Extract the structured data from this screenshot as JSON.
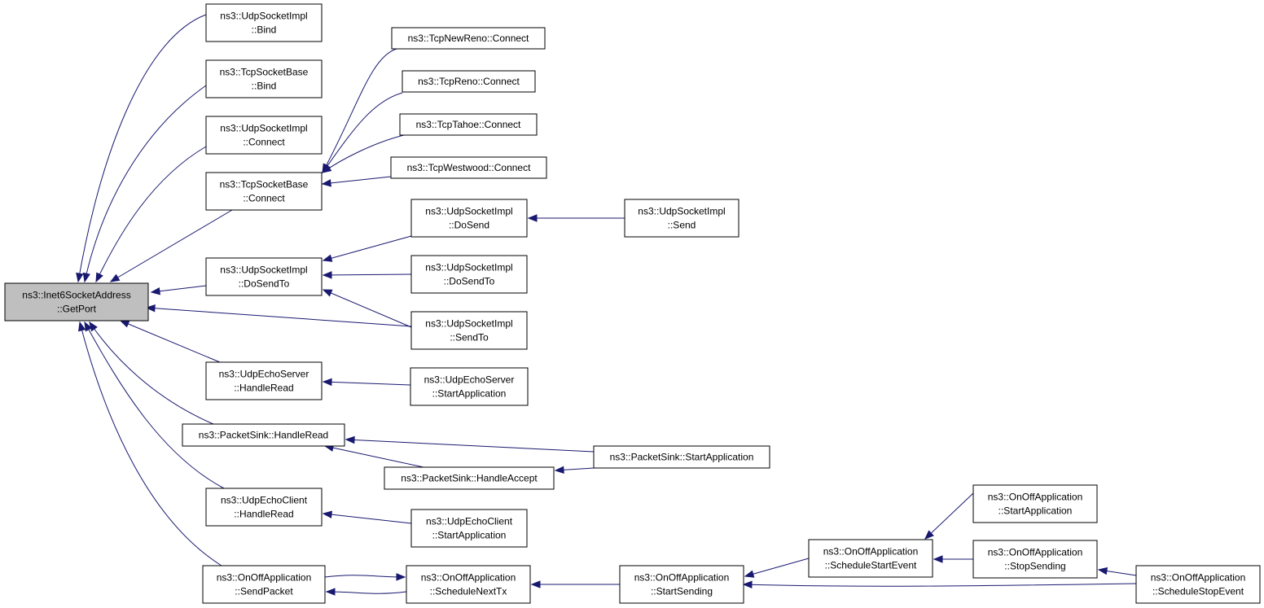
{
  "graph": {
    "colors": {
      "edge": "#191970",
      "node_border": "#000000",
      "root_fill": "#bfbfbf",
      "node_fill": "#ffffff"
    },
    "nodes": [
      {
        "id": "root",
        "lines": [
          "ns3::Inet6SocketAddress",
          "::GetPort"
        ],
        "root": true
      },
      {
        "id": "udp_bind",
        "lines": [
          "ns3::UdpSocketImpl",
          "::Bind"
        ]
      },
      {
        "id": "tcp_bind",
        "lines": [
          "ns3::TcpSocketBase",
          "::Bind"
        ]
      },
      {
        "id": "udp_connect",
        "lines": [
          "ns3::UdpSocketImpl",
          "::Connect"
        ]
      },
      {
        "id": "tcp_connect",
        "lines": [
          "ns3::TcpSocketBase",
          "::Connect"
        ]
      },
      {
        "id": "udp_dosendto",
        "lines": [
          "ns3::UdpSocketImpl",
          "::DoSendTo"
        ]
      },
      {
        "id": "echo_server_read",
        "lines": [
          "ns3::UdpEchoServer",
          "::HandleRead"
        ]
      },
      {
        "id": "sink_read",
        "lines": [
          "ns3::PacketSink::HandleRead"
        ]
      },
      {
        "id": "echo_client_read",
        "lines": [
          "ns3::UdpEchoClient",
          "::HandleRead"
        ]
      },
      {
        "id": "onoff_sendpacket",
        "lines": [
          "ns3::OnOffApplication",
          "::SendPacket"
        ]
      },
      {
        "id": "newreno_connect",
        "lines": [
          "ns3::TcpNewReno::Connect"
        ]
      },
      {
        "id": "reno_connect",
        "lines": [
          "ns3::TcpReno::Connect"
        ]
      },
      {
        "id": "tahoe_connect",
        "lines": [
          "ns3::TcpTahoe::Connect"
        ]
      },
      {
        "id": "westwood_connect",
        "lines": [
          "ns3::TcpWestwood::Connect"
        ]
      },
      {
        "id": "udp_dosend",
        "lines": [
          "ns3::UdpSocketImpl",
          "::DoSend"
        ]
      },
      {
        "id": "udp_dosendto2",
        "lines": [
          "ns3::UdpSocketImpl",
          "::DoSendTo"
        ]
      },
      {
        "id": "udp_sendto",
        "lines": [
          "ns3::UdpSocketImpl",
          "::SendTo"
        ]
      },
      {
        "id": "echo_server_start",
        "lines": [
          "ns3::UdpEchoServer",
          "::StartApplication"
        ]
      },
      {
        "id": "sink_accept",
        "lines": [
          "ns3::PacketSink::HandleAccept"
        ]
      },
      {
        "id": "echo_client_start",
        "lines": [
          "ns3::UdpEchoClient",
          "::StartApplication"
        ]
      },
      {
        "id": "onoff_schednext",
        "lines": [
          "ns3::OnOffApplication",
          "::ScheduleNextTx"
        ]
      },
      {
        "id": "udp_send",
        "lines": [
          "ns3::UdpSocketImpl",
          "::Send"
        ]
      },
      {
        "id": "sink_start",
        "lines": [
          "ns3::PacketSink::StartApplication"
        ]
      },
      {
        "id": "onoff_startsending",
        "lines": [
          "ns3::OnOffApplication",
          "::StartSending"
        ]
      },
      {
        "id": "onoff_schedstart",
        "lines": [
          "ns3::OnOffApplication",
          "::ScheduleStartEvent"
        ]
      },
      {
        "id": "onoff_startapp",
        "lines": [
          "ns3::OnOffApplication",
          "::StartApplication"
        ]
      },
      {
        "id": "onoff_stopsending",
        "lines": [
          "ns3::OnOffApplication",
          "::StopSending"
        ]
      },
      {
        "id": "onoff_schedstop",
        "lines": [
          "ns3::OnOffApplication",
          "::ScheduleStopEvent"
        ]
      }
    ],
    "edges": [
      {
        "from": "udp_bind",
        "to": "root"
      },
      {
        "from": "tcp_bind",
        "to": "root"
      },
      {
        "from": "udp_connect",
        "to": "root"
      },
      {
        "from": "tcp_connect",
        "to": "root"
      },
      {
        "from": "udp_dosendto",
        "to": "root"
      },
      {
        "from": "udp_sendto",
        "to": "root"
      },
      {
        "from": "echo_server_read",
        "to": "root"
      },
      {
        "from": "sink_read",
        "to": "root"
      },
      {
        "from": "echo_client_read",
        "to": "root"
      },
      {
        "from": "onoff_sendpacket",
        "to": "root"
      },
      {
        "from": "newreno_connect",
        "to": "tcp_connect"
      },
      {
        "from": "reno_connect",
        "to": "tcp_connect"
      },
      {
        "from": "tahoe_connect",
        "to": "tcp_connect"
      },
      {
        "from": "westwood_connect",
        "to": "tcp_connect"
      },
      {
        "from": "udp_dosend",
        "to": "udp_dosendto"
      },
      {
        "from": "udp_dosendto2",
        "to": "udp_dosendto"
      },
      {
        "from": "udp_sendto",
        "to": "udp_dosendto"
      },
      {
        "from": "udp_send",
        "to": "udp_dosend"
      },
      {
        "from": "echo_server_start",
        "to": "echo_server_read"
      },
      {
        "from": "sink_start",
        "to": "sink_read"
      },
      {
        "from": "sink_accept",
        "to": "sink_read"
      },
      {
        "from": "sink_start",
        "to": "sink_accept"
      },
      {
        "from": "echo_client_start",
        "to": "echo_client_read"
      },
      {
        "from": "onoff_schednext",
        "to": "onoff_sendpacket"
      },
      {
        "from": "onoff_sendpacket",
        "to": "onoff_schednext"
      },
      {
        "from": "onoff_startsending",
        "to": "onoff_schednext"
      },
      {
        "from": "onoff_schedstart",
        "to": "onoff_startsending"
      },
      {
        "from": "onoff_schedstop",
        "to": "onoff_startsending"
      },
      {
        "from": "onoff_startapp",
        "to": "onoff_schedstart"
      },
      {
        "from": "onoff_stopsending",
        "to": "onoff_schedstart"
      },
      {
        "from": "onoff_schedstop",
        "to": "onoff_stopsending"
      }
    ]
  }
}
